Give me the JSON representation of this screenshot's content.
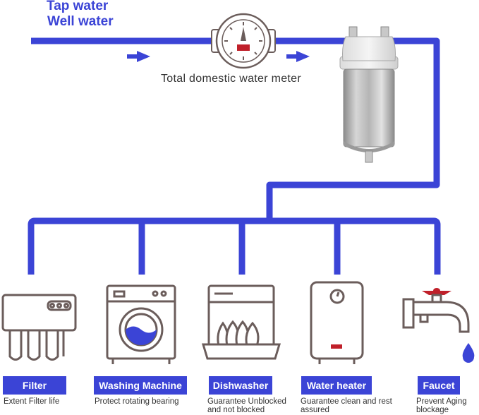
{
  "source": {
    "line1": "Tap water",
    "line2": "Well water"
  },
  "meter": {
    "caption": "Total domestic water meter"
  },
  "colors": {
    "pipe": "#3b44d6",
    "tag_bg": "#3b44d6",
    "outline": "#6b5d5b",
    "accent_red": "#c0202a",
    "water_blue": "#3b44d6"
  },
  "icons": {
    "meter": "water-meter-icon",
    "housing": "filter-housing-icon",
    "arrows": "flow-arrow-icon"
  },
  "appliances": [
    {
      "name": "Filter",
      "description": "Extent Filter life",
      "icon": "filter-icon"
    },
    {
      "name": "Washing Machine",
      "description": "Protect rotating bearing",
      "icon": "washing-machine-icon"
    },
    {
      "name": "Dishwasher",
      "description": "Guarantee Unblocked and not blocked",
      "icon": "dishwasher-icon"
    },
    {
      "name": "Water heater",
      "description": "Guarantee clean and rest assured",
      "icon": "water-heater-icon"
    },
    {
      "name": "Faucet",
      "description": "Prevent Aging blockage",
      "icon": "faucet-icon"
    }
  ]
}
